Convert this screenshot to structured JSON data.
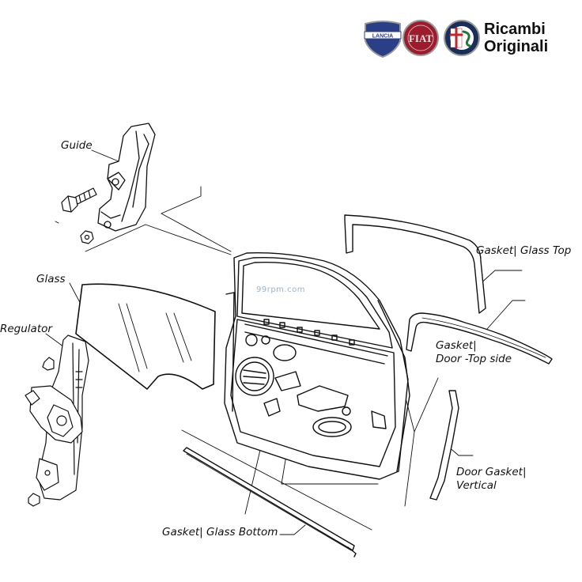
{
  "brand": {
    "line1": "Ricambi",
    "line2": "Originali",
    "logos": [
      "lancia-logo",
      "fiat-logo",
      "alfa-romeo-logo"
    ],
    "logo_text": [
      "LANCIA",
      "FIAT"
    ]
  },
  "watermark": "99rpm.com",
  "labels": {
    "guide": "Guide",
    "glass": "Glass",
    "regulator": "Regulator",
    "gasket_glass_top": "Gasket| Glass Top",
    "gasket_door_top_1": "Gasket|",
    "gasket_door_top_2": "Door -Top side",
    "door_gasket_vertical_1": "Door Gasket|",
    "door_gasket_vertical_2": "Vertical",
    "gasket_glass_bottom": "Gasket| Glass Bottom"
  },
  "colors": {
    "line": "#111111",
    "lancia_blue": "#2b3f86",
    "fiat_red": "#9b1c2c",
    "alfa_green": "#1f7a3a",
    "alfa_red": "#c0282d"
  }
}
